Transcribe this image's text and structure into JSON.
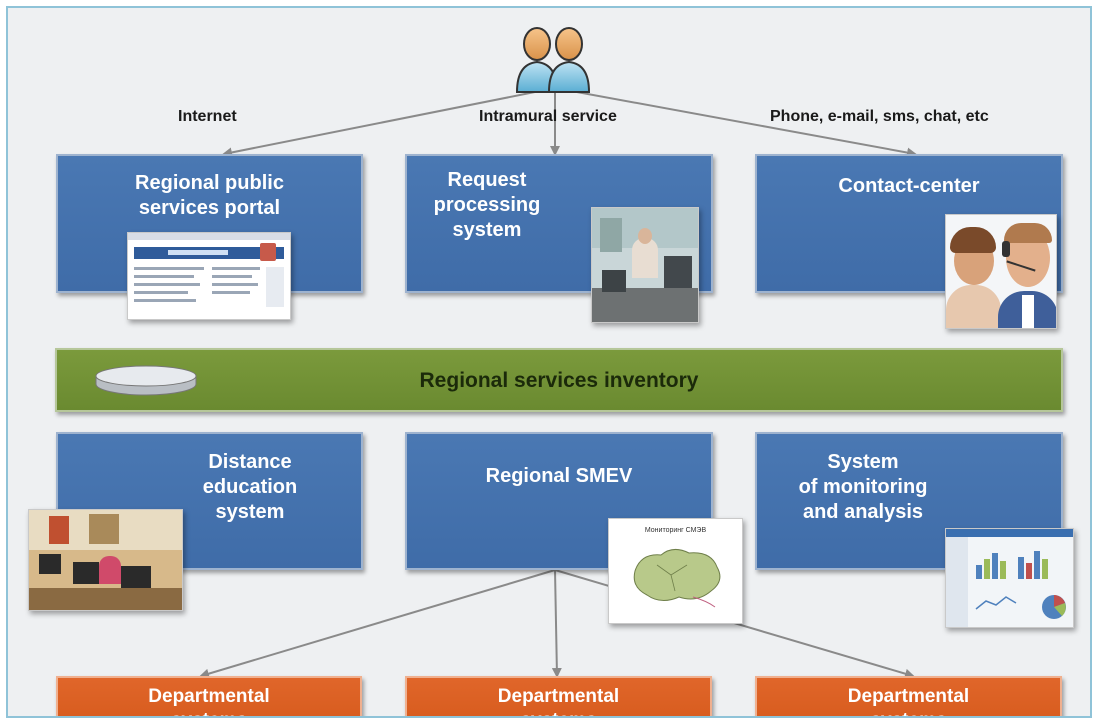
{
  "channels": {
    "internet": "Internet",
    "intramural": "Intramural service",
    "phone": "Phone, e-mail, sms, chat, etc"
  },
  "top_boxes": {
    "portal": "Regional public\nservices portal",
    "request": "Request\nprocessing\nsystem",
    "contact": "Contact-center"
  },
  "inventory": {
    "title": "Regional services inventory"
  },
  "middle_boxes": {
    "distance": "Distance\neducation\nsystem",
    "smev": "Regional SMEV",
    "monitoring": "System\nof monitoring\nand analysis"
  },
  "departmental": [
    "Departmental\nsystems",
    "Departmental\nsystems",
    "Departmental\nsystems"
  ],
  "map_thumbnail": {
    "caption": "Мониторинг СМЭВ"
  },
  "colors": {
    "blue_box": "#4573ae",
    "green_bar": "#728f35",
    "orange_box": "#dc5f20",
    "frame_border": "#8fc3d8",
    "background": "#eef0f2"
  }
}
